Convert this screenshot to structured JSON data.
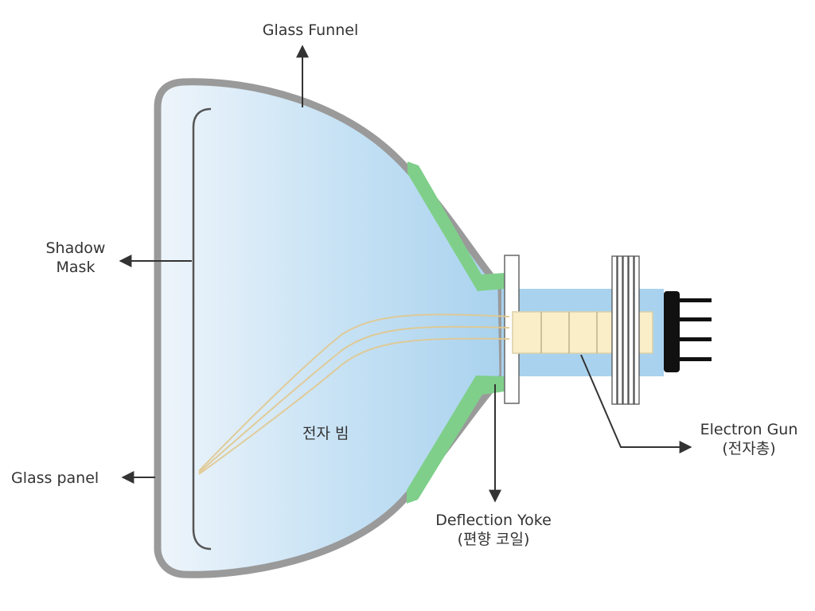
{
  "labels": {
    "glass_funnel": "Glass Funnel",
    "shadow_mask_line1": "Shadow",
    "shadow_mask_line2": "Mask",
    "glass_panel": "Glass panel",
    "electron_beam": "전자 빔",
    "deflection_yoke": "Deflection Yoke",
    "deflection_yoke_ko": "(편향 코일)",
    "electron_gun": "Electron Gun",
    "electron_gun_ko": "(전자총)"
  },
  "colors": {
    "glass_outline": "#9a9a9a",
    "glass_fill_light": "#eef5fb",
    "glass_fill_blue": "#a9d2ee",
    "yoke_green": "#7fcf8a",
    "gun_body": "#faeec8",
    "connector": "#111111",
    "beam": "#e2c88e",
    "text": "#333333"
  }
}
